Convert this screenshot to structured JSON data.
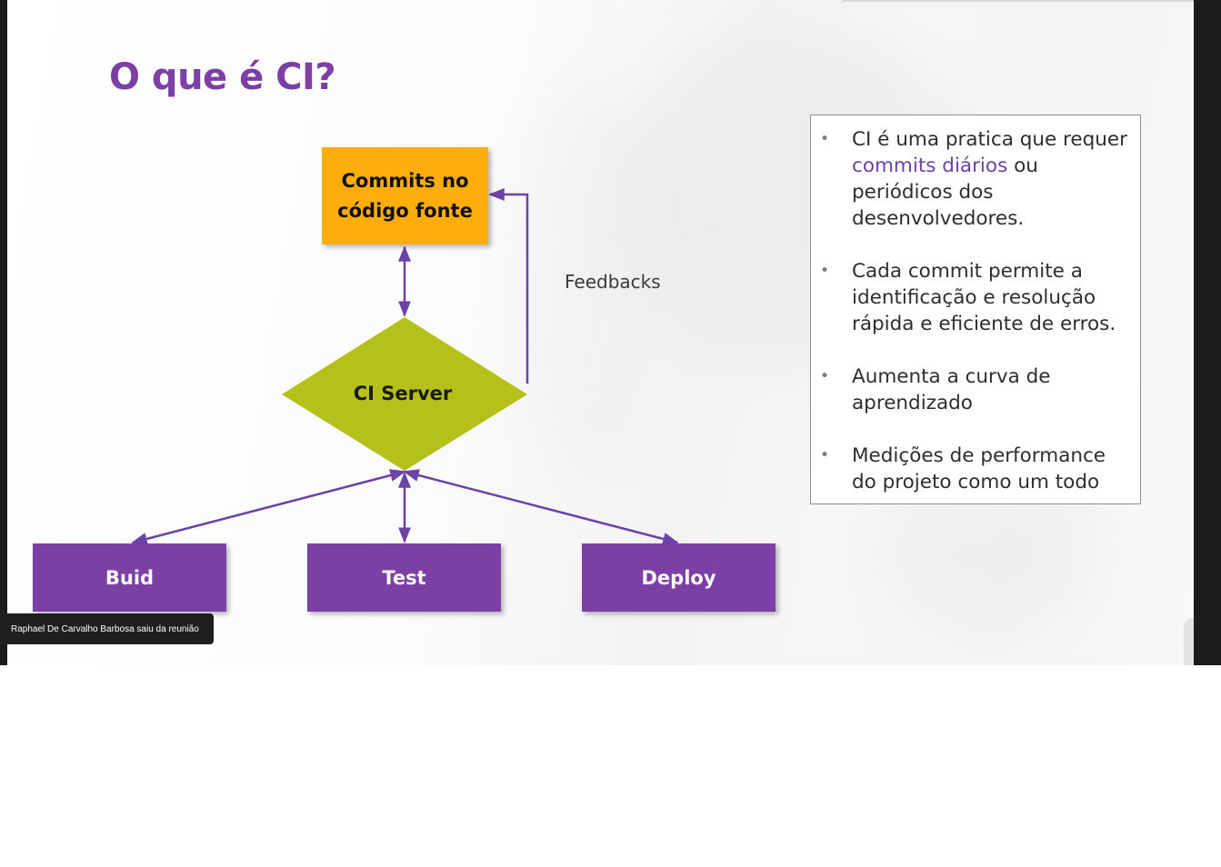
{
  "slide": {
    "title": "O que é CI?",
    "feedback_label": "Feedbacks",
    "nodes": {
      "commits": "Commits no código fonte",
      "ci_server": "CI Server",
      "build": "Buid",
      "test": "Test",
      "deploy": "Deploy"
    },
    "bullets": [
      {
        "before": "CI é uma pratica que requer ",
        "highlight": "commits diários",
        "after": " ou periódicos dos desenvolvedores."
      },
      {
        "before": "Cada commit permite a identificação e resolução rápida e eficiente de erros.",
        "highlight": "",
        "after": ""
      },
      {
        "before": "Aumenta a curva de aprendizado",
        "highlight": "",
        "after": ""
      },
      {
        "before": "Medições de performance do projeto como um todo",
        "highlight": "",
        "after": ""
      }
    ]
  },
  "notification": {
    "text": "Raphael De Carvalho Barbosa saiu da reunião"
  },
  "colors": {
    "title": "#7b3fa6",
    "commits_box": "#ffad0a",
    "ci_server_diamond": "#b5c11a",
    "pipeline_box": "#7b3fa6",
    "arrow": "#6b43a8",
    "highlight_text": "#6b43a8"
  }
}
